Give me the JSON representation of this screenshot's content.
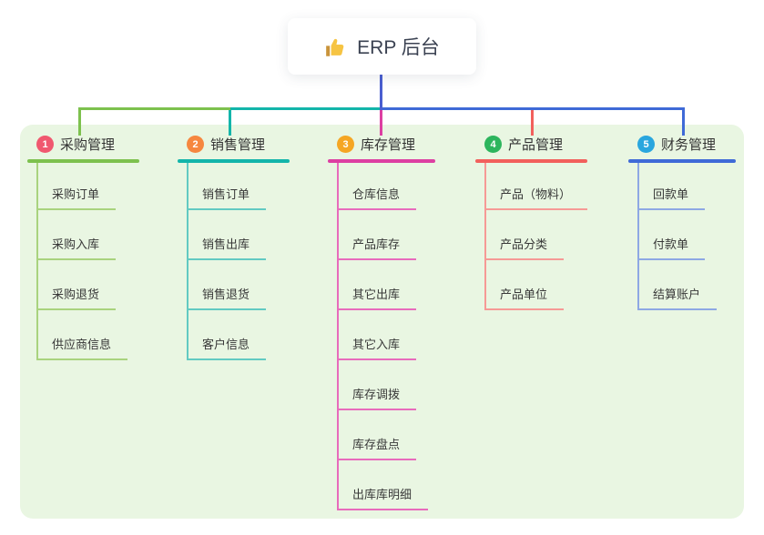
{
  "root": {
    "title": "ERP 后台",
    "icon": "thumbs-up-icon"
  },
  "branches": [
    {
      "number": "1",
      "title": "采购管理",
      "badge_color": "#f0586f",
      "line_color": "#7dc14e",
      "children": [
        "采购订单",
        "采购入库",
        "采购退货",
        "供应商信息"
      ]
    },
    {
      "number": "2",
      "title": "销售管理",
      "badge_color": "#f6873f",
      "line_color": "#13b5aa",
      "children": [
        "销售订单",
        "销售出库",
        "销售退货",
        "客户信息"
      ]
    },
    {
      "number": "3",
      "title": "库存管理",
      "badge_color": "#f5a623",
      "line_color": "#dd3fa2",
      "children": [
        "仓库信息",
        "产品库存",
        "其它出库",
        "其它入库",
        "库存调拨",
        "库存盘点",
        "出库库明细"
      ]
    },
    {
      "number": "4",
      "title": "产品管理",
      "badge_color": "#2db55d",
      "line_color": "#f2605c",
      "children": [
        "产品（物料）",
        "产品分类",
        "产品单位"
      ]
    },
    {
      "number": "5",
      "title": "财务管理",
      "badge_color": "#29a6de",
      "line_color": "#3f6ad7",
      "children": [
        "回款单",
        "付款单",
        "结算账户"
      ]
    }
  ],
  "colors": {
    "panel_background": "#e9f6e2",
    "page_background": "#ffffff",
    "root_connector": "#4a5ed0",
    "root_text": "#3b4252",
    "thumb_icon": "#f6c443"
  }
}
